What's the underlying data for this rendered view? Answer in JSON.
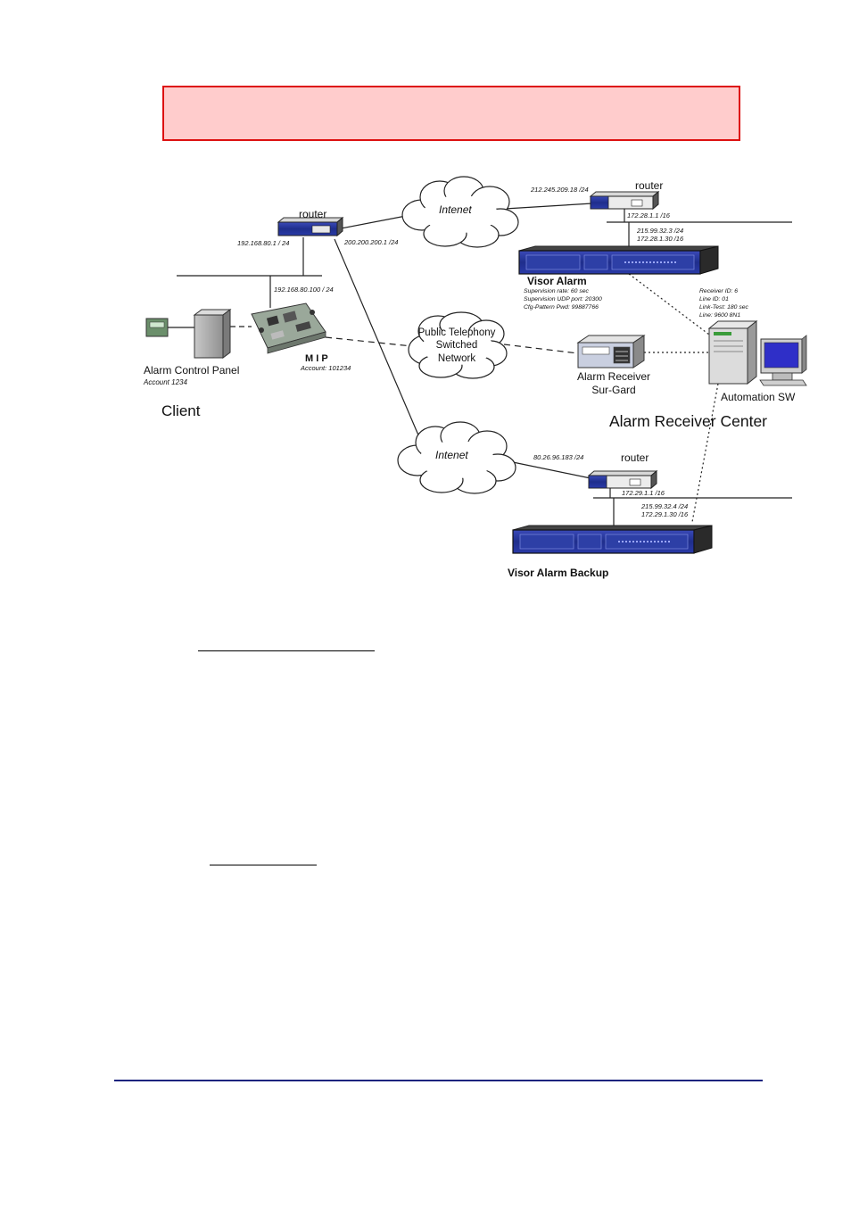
{
  "colors": {
    "banner_fill": "#ffcccc",
    "banner_border": "#dd1111",
    "footer_rule": "#1a237e",
    "device_blue": "#1f2e8c"
  },
  "diagram": {
    "client": {
      "panel_label": "Alarm Control Panel",
      "panel_account": "Account 1234",
      "section_label": "Client",
      "mip_label": "M I P",
      "mip_account": "Account: 101234",
      "mip_ip": "192.168.80.100 / 24"
    },
    "router_left": {
      "label": "router",
      "lan_ip": "192.168.80.1 / 24",
      "wan_ip": "200.200.200.1 /24"
    },
    "cloud_top": {
      "label": "Intenet"
    },
    "cloud_bottom": {
      "label": "Intenet"
    },
    "pstn": {
      "line1": "Public Telephony",
      "line2": "Switched",
      "line3": "Network"
    },
    "router_top": {
      "label": "router",
      "wan_ip": "212.245.209.18 /24",
      "lan_ip": "172.28.1.1 /16"
    },
    "visor_alarm": {
      "ip1": "215.99.32.3 /24",
      "ip2": "172.28.1.30 /16",
      "label": "Visor Alarm",
      "info1": "Supervision rate: 60 sec",
      "info2": "Supervision UDP port: 20300",
      "info3": "Cfg-Pattern Pwd: 99887766"
    },
    "receiver_params": {
      "line1": "Receiver ID: 6",
      "line2": "Line ID: 01",
      "line3": "Link-Test: 180 sec",
      "line4": "Line: 9600  8N1"
    },
    "alarm_receiver": {
      "line1": "Alarm Receiver",
      "line2": "Sur-Gard"
    },
    "automation": {
      "label": "Automation SW"
    },
    "center": {
      "label": "Alarm Receiver Center"
    },
    "router_bottom": {
      "label": "router",
      "wan_ip": "80.26.96.183 /24",
      "lan_ip": "172.29.1.1 /16"
    },
    "visor_backup": {
      "ip1": "215.99.32.4 /24",
      "ip2": "172.29.1.30 /16",
      "label": "Visor Alarm Backup"
    }
  }
}
